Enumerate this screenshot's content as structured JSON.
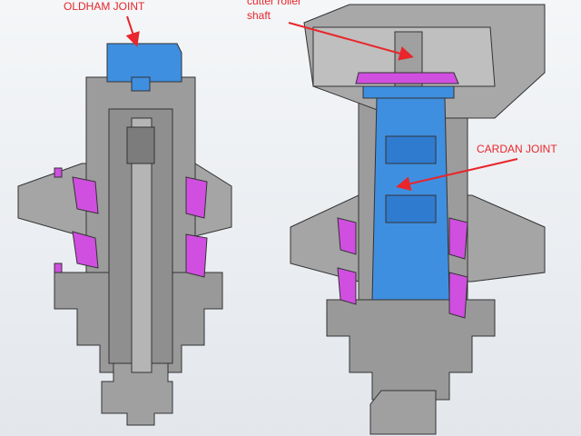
{
  "labels": {
    "oldham": "OLDHAM JOINT",
    "cutter_line1": "cutter roller",
    "cutter_line2": "shaft",
    "cardan": "CARDAN JOINT"
  },
  "colors": {
    "label": "#e8262b",
    "steel": "#9a9a9a",
    "joint": "#3f8fe0",
    "seal": "#d04fe0"
  }
}
